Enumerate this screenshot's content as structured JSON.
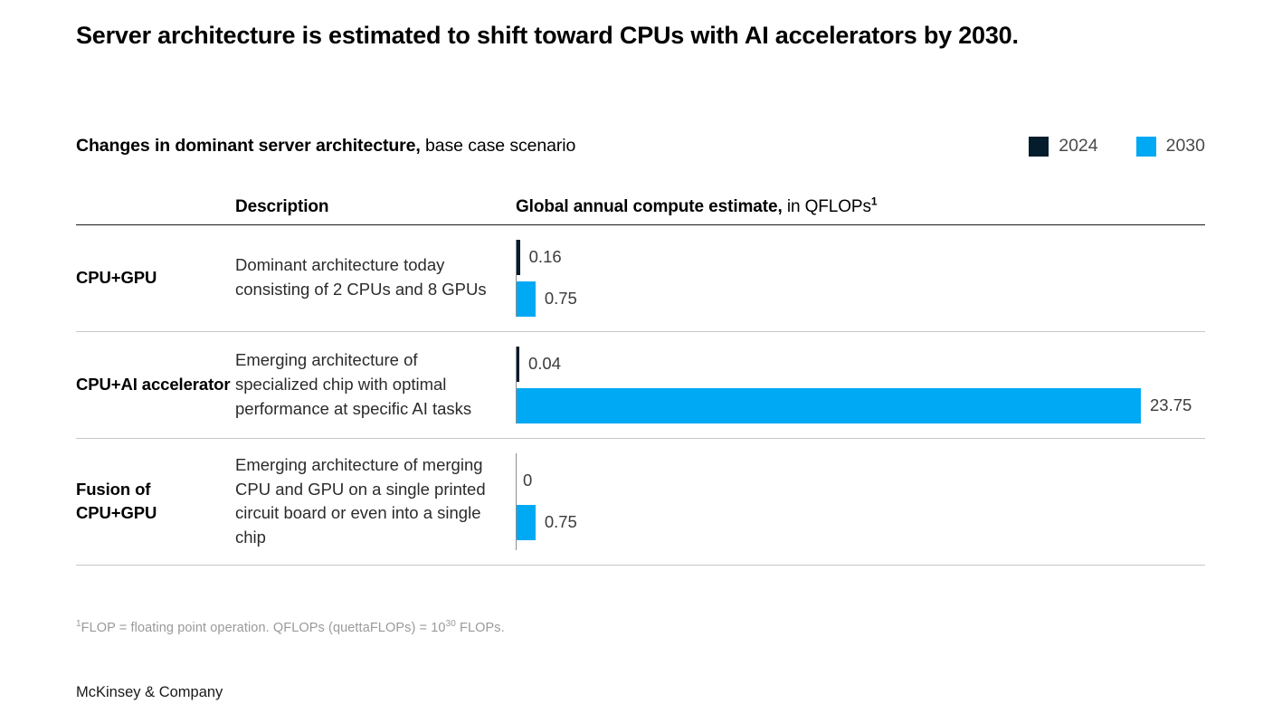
{
  "title": "Server architecture is estimated to shift toward CPUs with AI accelerators by 2030.",
  "subtitle": {
    "bold": "Changes in dominant server architecture,",
    "regular": " base case scenario"
  },
  "legend": {
    "items": [
      {
        "label": "2024",
        "color": "#051C2C"
      },
      {
        "label": "2030",
        "color": "#00A9F4"
      }
    ]
  },
  "headers": {
    "architecture": "",
    "description": "Description",
    "chart_bold": "Global annual compute estimate,",
    "chart_regular": " in QFLOPs",
    "chart_sup": "1"
  },
  "footnote": {
    "sup": "1",
    "text_before": "FLOP = floating point operation. QFLOPs (quettaFLOPs) = 10",
    "exponent": "30",
    "text_after": " FLOPs."
  },
  "source": "McKinsey & Company",
  "chart_data": {
    "type": "bar",
    "title": "Changes in dominant server architecture, base case scenario",
    "xlabel": "Global annual compute estimate, in QFLOPs",
    "ylabel": "",
    "orientation": "horizontal",
    "grid": false,
    "legend_position": "top-right",
    "xlim": [
      0,
      23.75
    ],
    "categories": [
      "CPU+GPU",
      "CPU+AI accelerator",
      "Fusion of CPU+GPU"
    ],
    "series": [
      {
        "name": "2024",
        "color": "#051C2C",
        "values": [
          0.16,
          0.04,
          0
        ]
      },
      {
        "name": "2030",
        "color": "#00A9F4",
        "values": [
          0.75,
          23.75,
          0.75
        ]
      }
    ],
    "rows": [
      {
        "architecture": "CPU+GPU",
        "description": "Dominant architecture today consisting of 2 CPUs and 8 GPUs",
        "bars": [
          {
            "year": "2024",
            "value": 0.16,
            "label": "0.16",
            "color": "#051C2C"
          },
          {
            "year": "2030",
            "value": 0.75,
            "label": "0.75",
            "color": "#00A9F4"
          }
        ]
      },
      {
        "architecture": "CPU+AI accelerator",
        "description": "Emerging architecture of specialized chip with optimal performance at specific AI tasks",
        "bars": [
          {
            "year": "2024",
            "value": 0.04,
            "label": "0.04",
            "color": "#051C2C"
          },
          {
            "year": "2030",
            "value": 23.75,
            "label": "23.75",
            "color": "#00A9F4"
          }
        ]
      },
      {
        "architecture": "Fusion of CPU+GPU",
        "description": "Emerging architecture of merging CPU and GPU on a single printed circuit board or even into a single chip",
        "bars": [
          {
            "year": "2024",
            "value": 0,
            "label": "0",
            "color": "#051C2C"
          },
          {
            "year": "2030",
            "value": 0.75,
            "label": "0.75",
            "color": "#00A9F4"
          }
        ]
      }
    ]
  }
}
